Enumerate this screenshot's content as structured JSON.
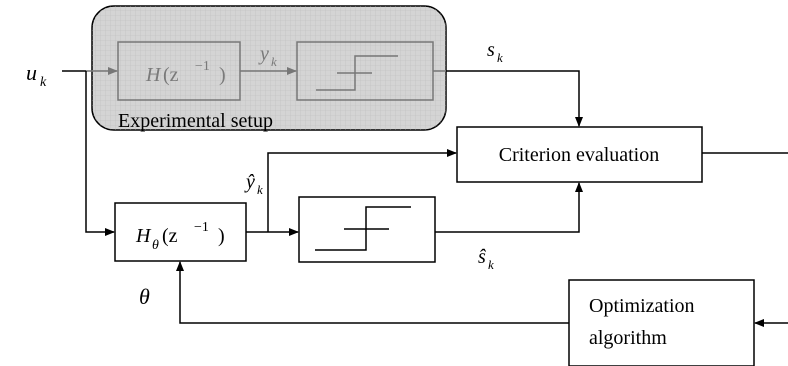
{
  "signals": {
    "u_base": "u",
    "u_sub": "k",
    "y_base": "y",
    "y_sub": "k",
    "s_base": "s",
    "s_sub": "k",
    "yhat_base": "ŷ",
    "yhat_sub": "k",
    "shat_base": "ŝ",
    "shat_sub": "k",
    "theta": "θ"
  },
  "blocks": {
    "plant": {
      "H": "H",
      "arg_open": "(z",
      "exp": "−1",
      "arg_close": ")"
    },
    "model": {
      "H": "H",
      "sub": "θ",
      "arg_open": "(z",
      "exp": "−1",
      "arg_close": ")"
    },
    "criterion": {
      "label": "Criterion evaluation"
    },
    "optimization": {
      "line1": "Optimization",
      "line2": "algorithm"
    },
    "setup": {
      "label": "Experimental setup"
    }
  },
  "colors": {
    "setup_fill": "#d4d4d4",
    "setup_grid": "#bdbdbd",
    "gray_line": "#777777",
    "black": "#000000"
  }
}
